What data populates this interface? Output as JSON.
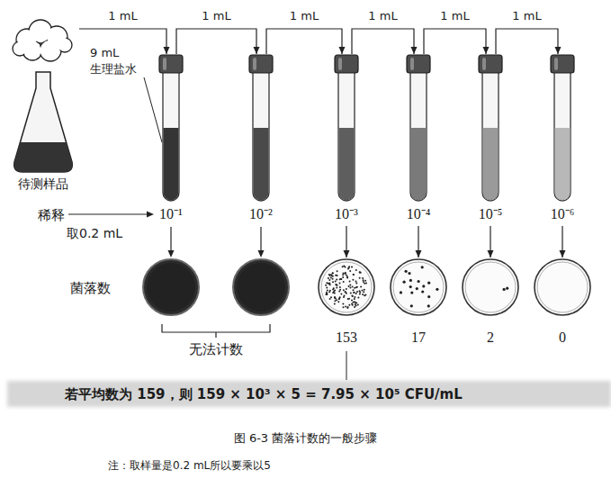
{
  "diagram": {
    "caption": "图 6-3 菌落计数的一般步骤",
    "nodes": [
      {
        "text": [
          "待测样品"
        ]
      },
      {
        "text": [
          "10⁻¹"
        ]
      },
      {
        "text": [
          "10⁻²"
        ]
      },
      {
        "text": [
          "10⁻³"
        ]
      },
      {
        "text": [
          "10⁻⁴"
        ]
      },
      {
        "text": [
          "10⁻⁵"
        ]
      },
      {
        "text": [
          "10⁻⁶"
        ]
      },
      {
        "text": [
          "153"
        ]
      },
      {
        "text": [
          "17"
        ]
      },
      {
        "text": [
          "2"
        ]
      },
      {
        "text": [
          "0"
        ]
      }
    ],
    "edges": [
      {
        "from": 0,
        "to": 1,
        "label": "1 mL",
        "arrow": "to"
      },
      {
        "from": 1,
        "to": 2,
        "label": "1 mL",
        "arrow": "to"
      },
      {
        "from": 2,
        "to": 3,
        "label": "1 mL",
        "arrow": "to"
      },
      {
        "from": 3,
        "to": 4,
        "label": "1 mL",
        "arrow": "to"
      },
      {
        "from": 4,
        "to": 5,
        "label": "1 mL",
        "arrow": "to"
      },
      {
        "from": 5,
        "to": 6,
        "label": "1 mL",
        "arrow": "to"
      },
      {
        "from": 3,
        "to": 7,
        "arrow": "to"
      },
      {
        "from": 4,
        "to": 8,
        "arrow": "to"
      },
      {
        "from": 5,
        "to": 9,
        "arrow": "to"
      },
      {
        "from": 6,
        "to": 10,
        "arrow": "to"
      }
    ],
    "labels": [
      "9 mL 生理盐水",
      "稀释",
      "取0.2 mL",
      "菌落数",
      "无法计数",
      "若平均数为 159，则 159 × 10³ × 5 = 7.95 × 10⁵ CFU/mL",
      "注：取样量是0.2 mL所以要乘以5"
    ]
  }
}
